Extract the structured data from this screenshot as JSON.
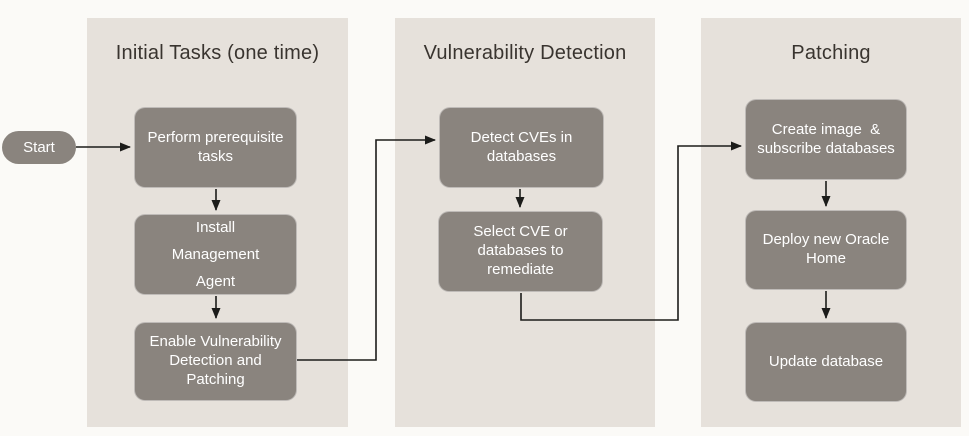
{
  "diagram": {
    "start": {
      "label": "Start"
    },
    "columns": [
      {
        "title": "Initial Tasks (one time)",
        "nodes": [
          {
            "text": "Perform prerequisite\ntasks"
          },
          {
            "text": "Install\nManagement\nAgent"
          },
          {
            "text": "Enable Vulnerability\nDetection and\nPatching"
          }
        ]
      },
      {
        "title": "Vulnerability Detection",
        "nodes": [
          {
            "text": "Detect CVEs in\ndatabases"
          },
          {
            "text": "Select CVE or\ndatabases to\nremediate"
          }
        ]
      },
      {
        "title": "Patching",
        "nodes": [
          {
            "text": "Create image  &\nsubscribe databases"
          },
          {
            "text": "Deploy new Oracle\nHome"
          },
          {
            "text": "Update database"
          }
        ]
      }
    ],
    "colors": {
      "background": "#fbfaf7",
      "panel": "#e6e1db",
      "node_fill": "#8a847e",
      "node_text": "#ffffff",
      "title_text": "#39342f",
      "connector": "#1c1c1a"
    }
  }
}
